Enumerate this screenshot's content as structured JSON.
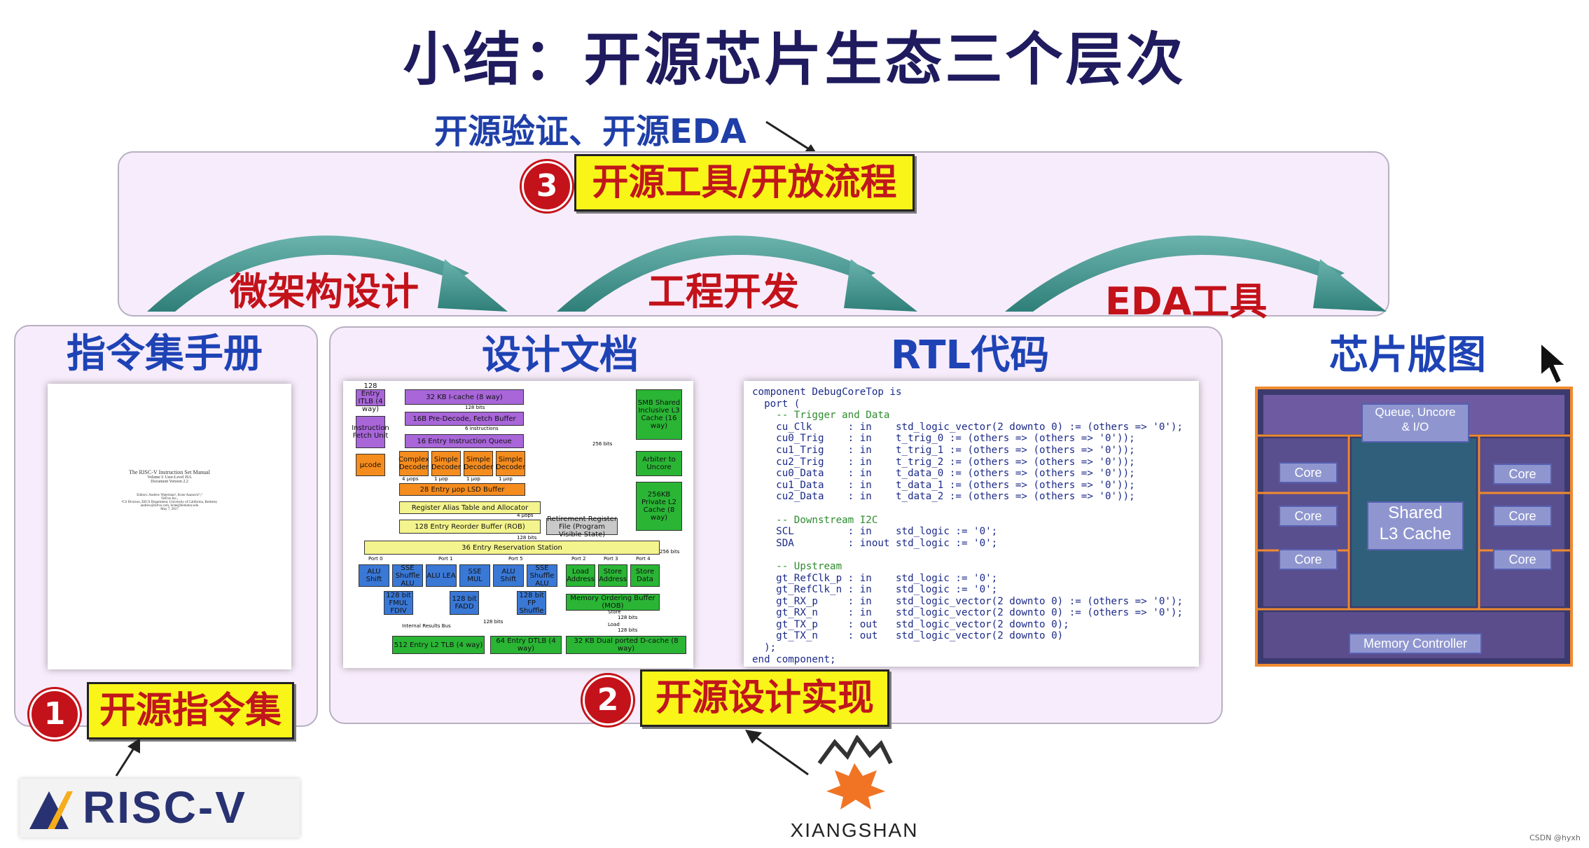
{
  "title": "小结：开源芯片生态三个层次",
  "subtitle": "开源验证、开源EDA",
  "levels": [
    {
      "number": "3",
      "label": "开源工具/开放流程"
    },
    {
      "number": "2",
      "label": "开源设计实现"
    },
    {
      "number": "1",
      "label": "开源指令集"
    }
  ],
  "flow_arrows": [
    "微架构设计",
    "工程开发",
    "EDA工具"
  ],
  "columns": [
    "指令集手册",
    "设计文档",
    "RTL代码",
    "芯片版图"
  ],
  "manual_cover_lines": [
    "The RISC-V Instruction Set Manual",
    "Volume I: User-Level ISA",
    "Document Version 2.2",
    "Editors: Andrew Waterman¹, Krste Asanović¹,²",
    "¹SiFive Inc.,",
    "²CS Division, EECS Department, University of California, Berkeley",
    "andrew@sifive.com, krste@berkeley.edu",
    "May 7, 2017"
  ],
  "design_doc_blocks": [
    "128 Entry ITLB (4 way)",
    "32 KB I-cache (8 way)",
    "128 bits",
    "16B Pre-Decode, Fetch Buffer",
    "6 instructions",
    "Instruction Fetch Unit",
    "16 Entry Instruction Queue",
    "µcode",
    "Complex Decoder",
    "Simple Decoder",
    "Simple Decoder",
    "Simple Decoder",
    "4 µops",
    "1 µop",
    "1 µop",
    "1 µop",
    "28 Entry µop LSD Buffer",
    "Register Alias Table and Allocator",
    "128 Entry Reorder Buffer (ROB)",
    "Retirement Register File (Program Visible State)",
    "36 Entry Reservation Station",
    "Port 0",
    "Port 1",
    "Port 5",
    "Port 2",
    "Port 3",
    "Port 4",
    "ALU Shift",
    "SSE Shuffle ALU",
    "ALU LEA",
    "SSE MUL",
    "ALU Shift",
    "SSE Shuffle ALU",
    "Load Address",
    "Store Address",
    "Store Data",
    "128 bit FMUL FDIV",
    "128 bit FADD",
    "128 bit FP Shuffle",
    "Memory Ordering Buffer (MOB)",
    "Internal Results Bus",
    "512 Entry L2 TLB (4 way)",
    "64 Entry DTLB (4 way)",
    "32 KB Dual ported D-cache (8 way)",
    "SMB Shared Inclusive L3 Cache (16 way)",
    "Arbiter to Uncore",
    "256KB Private L2 Cache (8 way)",
    "256 bits",
    "128 bits",
    "4 µops",
    "128 bits",
    "128 bits",
    "Store",
    "Load",
    "256 bits",
    "128 bits"
  ],
  "rtl_code": [
    "component DebugCoreTop is",
    "  port (",
    "    -- Trigger and Data",
    "    cu_Clk      : in    std_logic_vector(2 downto 0) := (others => '0');",
    "    cu0_Trig    : in    t_trig_0 := (others => (others => '0'));",
    "    cu1_Trig    : in    t_trig_1 := (others => (others => '0'));",
    "    cu2_Trig    : in    t_trig_2 := (others => (others => '0'));",
    "    cu0_Data    : in    t_data_0 := (others => (others => '0'));",
    "    cu1_Data    : in    t_data_1 := (others => (others => '0'));",
    "    cu2_Data    : in    t_data_2 := (others => (others => '0'));",
    "",
    "    -- Downstream I2C",
    "    SCL         : in    std_logic := '0';",
    "    SDA         : inout std_logic := '0';",
    "",
    "    -- Upstream",
    "    gt_RefClk_p : in    std_logic := '0';",
    "    gt_RefClk_n : in    std_logic := '0';",
    "    gt_RX_p     : in    std_logic_vector(2 downto 0) := (others => '0');",
    "    gt_RX_n     : in    std_logic_vector(2 downto 0) := (others => '0');",
    "    gt_TX_p     : out   std_logic_vector(2 downto 0);",
    "    gt_TX_n     : out   std_logic_vector(2 downto 0)",
    "  );",
    "end component;"
  ],
  "die_labels": {
    "top": "Queue, Uncore\n& I/O",
    "core": "Core",
    "cache": "Shared\nL3 Cache",
    "memory": "Memory Controller"
  },
  "logos": {
    "riscv": "RISC-V",
    "xiangshan": "XIANGSHAN"
  },
  "watermark": "CSDN @hyxh",
  "colors": {
    "title": "#1f1b5e",
    "heading": "#1e43b5",
    "accent_red": "#c3121a",
    "badge_yellow": "#f9f518",
    "arrow_teal": "#3f8f8a"
  }
}
